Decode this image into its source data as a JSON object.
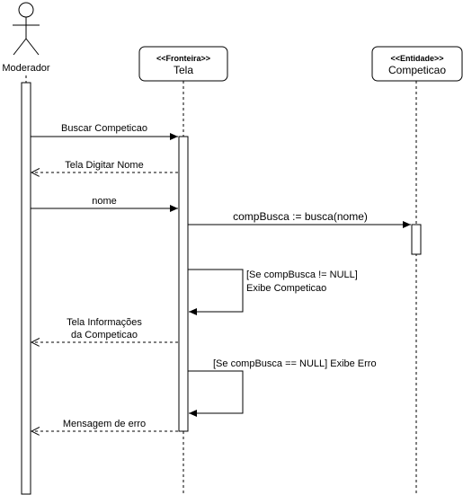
{
  "actors": {
    "moderador": {
      "label": "Moderador"
    }
  },
  "lifelines": {
    "tela": {
      "stereotype": "<<Fronteira>>",
      "name": "Tela"
    },
    "competicao": {
      "stereotype": "<<Entidade>>",
      "name": "Competicao"
    }
  },
  "messages": {
    "buscar": "Buscar Competicao",
    "tela_digitar": "Tela Digitar Nome",
    "nome": "nome",
    "comp_busca": "compBusca := busca(nome)",
    "self1_line1": "[Se compBusca != NULL]",
    "self1_line2": "Exibe Competicao",
    "info_line1": "Tela Informações",
    "info_line2": "da Competicao",
    "self2": "[Se compBusca == NULL] Exibe Erro",
    "erro": "Mensagem de erro"
  }
}
